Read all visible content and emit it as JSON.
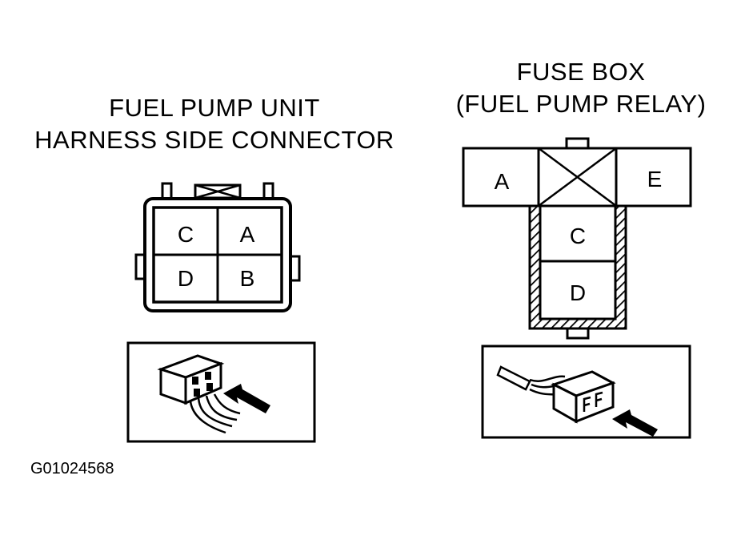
{
  "left_connector": {
    "title_line1": "FUEL PUMP UNIT",
    "title_line2": "HARNESS SIDE CONNECTOR",
    "pins": {
      "top_left": "C",
      "top_right": "A",
      "bottom_left": "D",
      "bottom_right": "B"
    }
  },
  "right_connector": {
    "title_line1": "FUSE BOX",
    "title_line2": "(FUEL PUMP RELAY)",
    "pins": {
      "left": "A",
      "right": "E",
      "middle": "C",
      "bottom": "D"
    }
  },
  "figure_code": "G01024568",
  "colors": {
    "ink": "#000000",
    "background": "#ffffff"
  }
}
